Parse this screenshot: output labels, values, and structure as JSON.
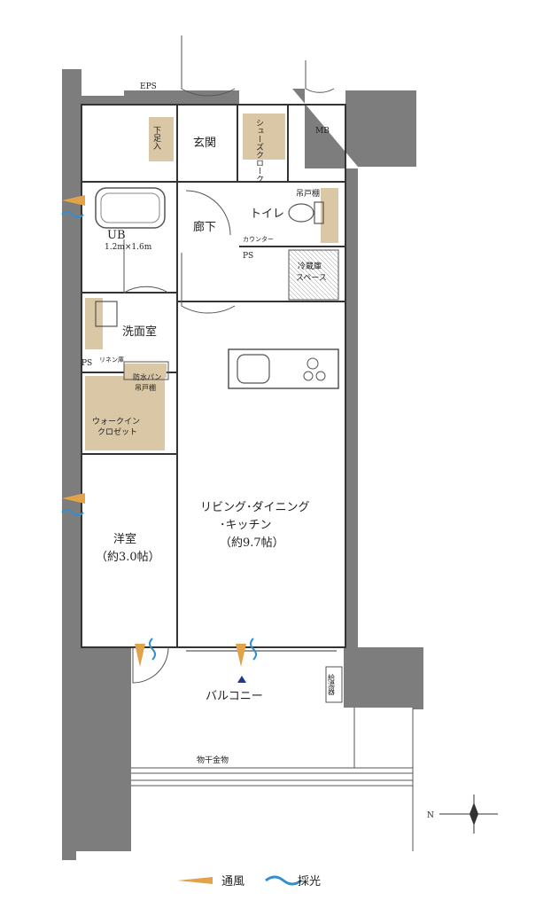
{
  "rooms": {
    "eps": "EPS",
    "mb": "MB",
    "geta": "下足入",
    "genkan": "玄関",
    "shoes": "シューズクローク",
    "toilet": "トイレ",
    "tsuri_toilet": "吊戸棚",
    "rouka": "廊下",
    "ub_name": "UB",
    "ub_size": "1.2m×1.6m",
    "counter": "カウンター",
    "ps1": "PS",
    "fridge_l1": "冷蔵庫",
    "fridge_l2": "スペース",
    "senmen": "洗面室",
    "linen": "リネン庫",
    "ps2": "PS",
    "bousui_l1": "防水パン",
    "bousui_l2": "吊戸棚",
    "wic_l1": "ウォークイン",
    "wic_l2": "クロゼット",
    "ldk_l1": "リビング･ダイニング",
    "ldk_l2": "･キッチン",
    "ldk_l3": "（約9.7帖）",
    "yoshitsu_l1": "洋室",
    "yoshitsu_l2": "（約3.0帖）",
    "balcony": "バルコニー",
    "kyutoki": "給湯器",
    "monohoshi": "物干金物"
  },
  "compass": {
    "north": "N"
  },
  "legend": {
    "items": [
      {
        "label": "通風",
        "color": "#e2a24a",
        "icon": "wind-arrow-icon"
      },
      {
        "label": "採光",
        "color": "#2f8fd0",
        "icon": "light-wave-icon"
      }
    ]
  },
  "colors": {
    "wall": "#7d7d7d",
    "storage": "#d9c7a6",
    "line": "#333333"
  }
}
